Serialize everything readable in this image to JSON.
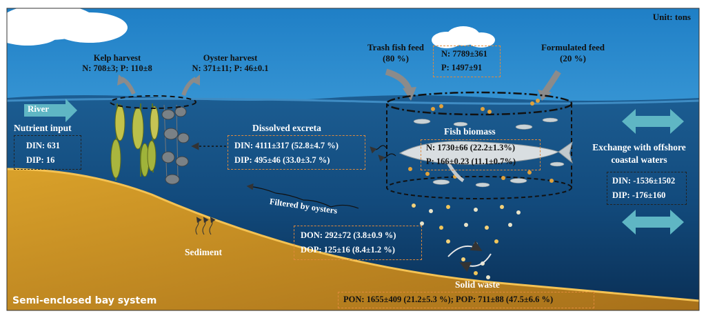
{
  "unit_label": "Unit: tons",
  "kelp_harvest": {
    "title": "Kelp harvest",
    "values": "N: 708±3; P: 110±8"
  },
  "oyster_harvest": {
    "title": "Oyster harvest",
    "values": "N: 371±11; P: 46±0.1"
  },
  "feed": {
    "trash_fish_label": "Trash fish feed",
    "trash_fish_percent": "(80 %)",
    "formulated_label": "Formulated feed",
    "formulated_percent": "(20 %)",
    "n_input": "N: 7789±361",
    "p_input": "P: 1497±91"
  },
  "river": {
    "label": "River",
    "nutrient_input_title": "Nutrient input",
    "din": "DIN: 631",
    "dip": "DIP: 16"
  },
  "dissolved_excreta": {
    "title": "Dissolved excreta",
    "din": "DIN: 4111±317 (52.8±4.7 %)",
    "dip": "DIP: 495±46 (33.0±3.7 %)"
  },
  "fish_biomass": {
    "title": "Fish biomass",
    "n": "N: 1730±66 (22.2±1.3%)",
    "p": "P: 166±0.23 (11.1±0.7%)"
  },
  "exchange": {
    "line1": "Exchange with offshore",
    "line2": "coastal waters",
    "din": "DIN: -1536±1502",
    "dip": "DIP: -176±160"
  },
  "filtered_label": "Filtered by oysters",
  "dissolved_organic": {
    "don": "DON: 292±72 (3.8±0.9 %)",
    "dop": "DOP: 125±16 (8.4±1.2 %)"
  },
  "sediment_label": "Sediment",
  "solid_waste": {
    "title": "Solid waste",
    "values": "PON: 1655±409 (21.2±5.3 %);  POP: 711±88 (47.5±6.6 %)"
  },
  "system_label": "Semi-enclosed bay system",
  "colors": {
    "sky": "#2d8fd0",
    "sea_deep": "#0c3f6e",
    "sediment": "#c9931d",
    "box_border": "#e08a3c",
    "arrow": "#5fb6c4"
  }
}
